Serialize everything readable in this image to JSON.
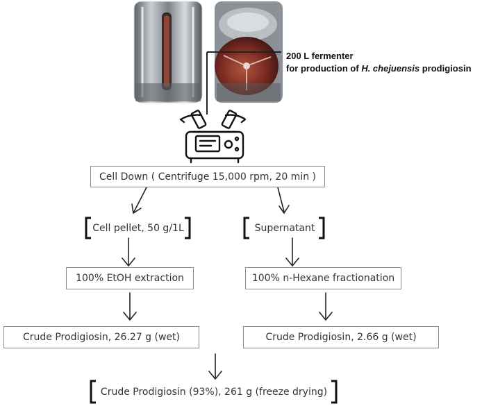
{
  "caption": {
    "line1": "200 L fermenter",
    "line2_prefix": "for production of ",
    "line2_species": "H. chejuensis",
    "line2_suffix": " prodigiosin"
  },
  "icons": {
    "fermenter_photo_left": "fermenter-vessel-photo",
    "fermenter_photo_right": "fermenter-tank-interior-photo",
    "centrifuge": "centrifuge-icon"
  },
  "steps": {
    "cell_down": "Cell Down ( Centrifuge  15,000 rpm, 20 min )",
    "cell_pellet": "Cell pellet, 50 g/1L",
    "supernatant": "Supernatant",
    "etoh_extraction": "100% EtOH extraction",
    "hexane_fractionation": "100% n-Hexane fractionation",
    "crude_left": "Crude Prodigiosin, 26.27 g (wet)",
    "crude_right": "Crude Prodigiosin,  2.66 g (wet)",
    "final": "Crude Prodigiosin (93%), 261 g (freeze drying)"
  }
}
